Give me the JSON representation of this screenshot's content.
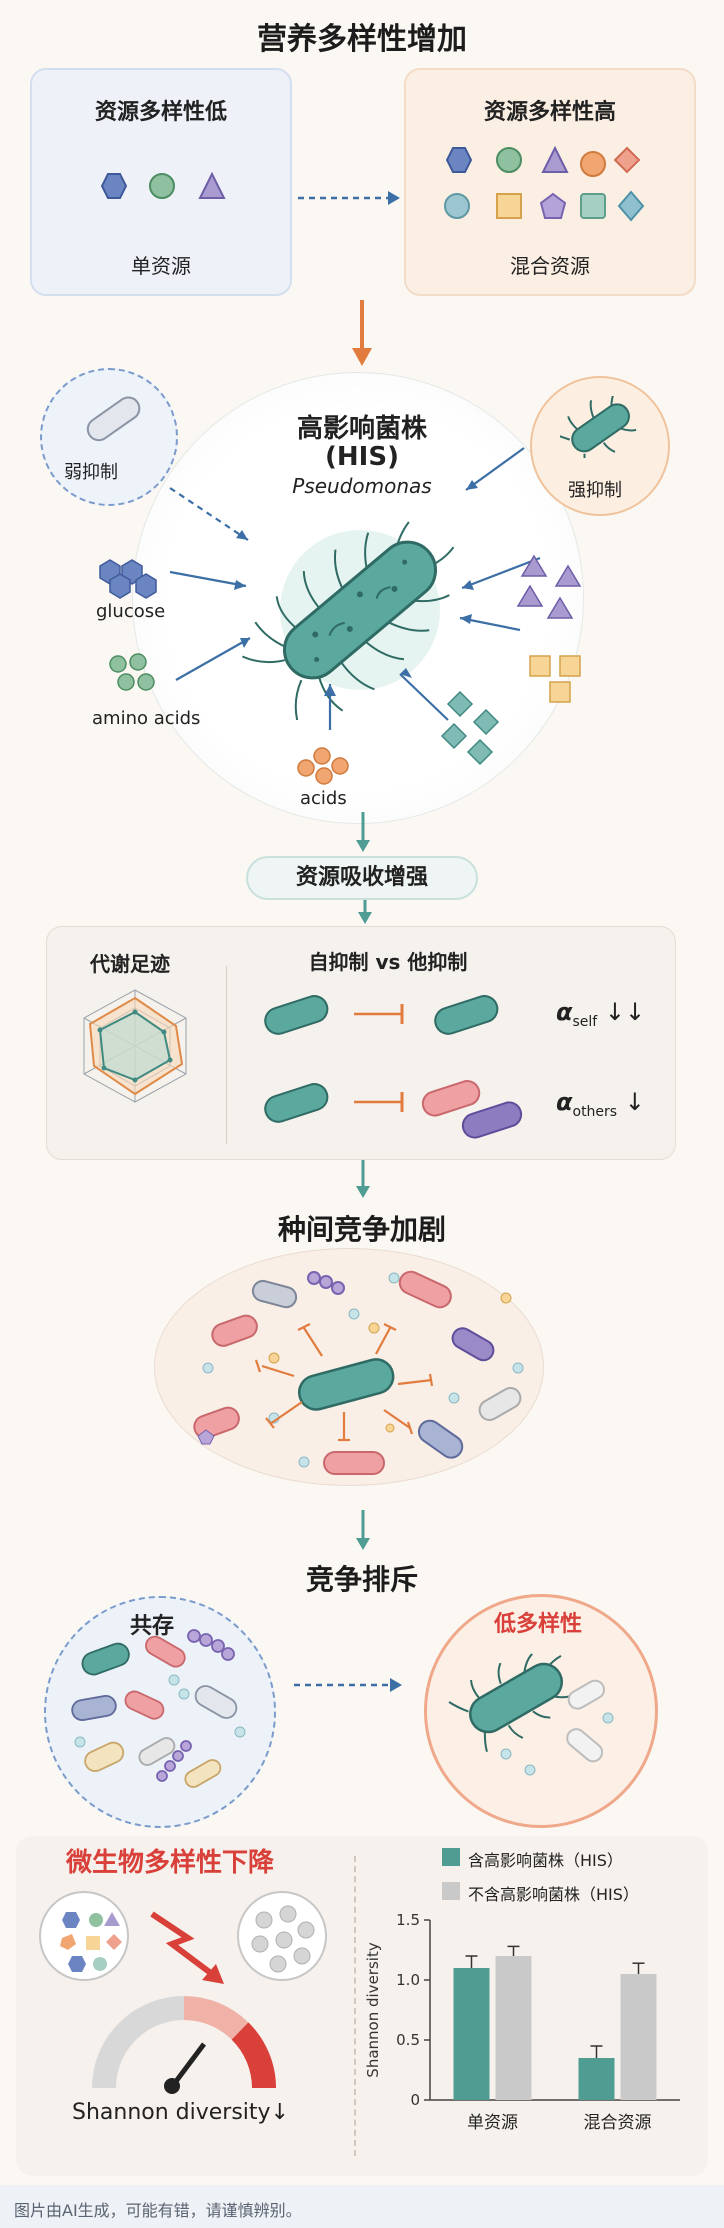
{
  "top_title": "营养多样性增加",
  "low_panel": {
    "title": "资源多样性低",
    "caption": "单资源"
  },
  "high_panel": {
    "title": "资源多样性高",
    "caption": "混合资源"
  },
  "his": {
    "title": "高影响菌株",
    "abbr": "(HIS)",
    "species": "Pseudomonas"
  },
  "weak_label": "弱抑制",
  "strong_label": "强抑制",
  "nutrients": {
    "glucose": "glucose",
    "amino": "amino acids",
    "acids": "acids"
  },
  "uptake_label": "资源吸收增强",
  "footprint_title": "代谢足迹",
  "inhibition_title": "自抑制 vs 他抑制",
  "alpha_self": {
    "symbol": "α",
    "sub": "self",
    "arrows": "↓↓"
  },
  "alpha_others": {
    "symbol": "α",
    "sub": "others",
    "arrows": "↓"
  },
  "competition_title": "种间竞争加剧",
  "exclusion_title": "竞争排斥",
  "coexist_label": "共存",
  "lowdiv_label": "低多样性",
  "decline_title": "微生物多样性下降",
  "shannon_gauge_label": "Shannon diversity↓",
  "colors": {
    "teal": "#4f9c93",
    "gray": "#c9c9c9",
    "red": "#d9403a",
    "blue": "#3c6fa5",
    "orange": "#e27b3e"
  },
  "chart_data": {
    "type": "bar",
    "categories": [
      "单资源",
      "混合资源"
    ],
    "series": [
      {
        "name": "含高影响菌株（HIS）",
        "values": [
          1.1,
          0.35
        ],
        "errors": [
          0.1,
          0.1
        ],
        "color": "#4f9c93"
      },
      {
        "name": "不含高影响菌株（HIS）",
        "values": [
          1.2,
          1.05
        ],
        "errors": [
          0.08,
          0.09
        ],
        "color": "#c9c9c9"
      }
    ],
    "ylabel": "Shannon diversity",
    "ylim": [
      0,
      1.5
    ],
    "yticks": [
      "0",
      "0.5",
      "1.0",
      "1.5"
    ]
  },
  "footer": "图片由AI生成，可能有错，请谨慎辨别。"
}
